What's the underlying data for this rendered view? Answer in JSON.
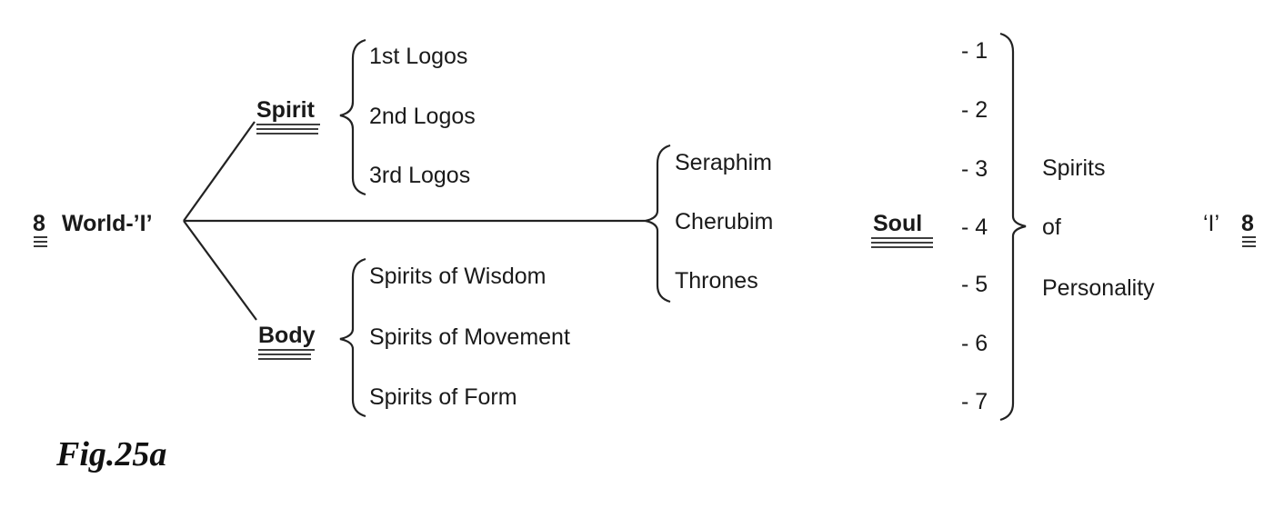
{
  "root": {
    "number": "8",
    "label": "World-’I’"
  },
  "spirit": {
    "label": "Spirit",
    "items": [
      "1st Logos",
      "2nd Logos",
      "3rd Logos"
    ]
  },
  "body": {
    "label": "Body",
    "items": [
      "Spirits of Wisdom",
      "Spirits of Movement",
      "Spirits of Form"
    ]
  },
  "middle": {
    "items": [
      "Seraphim",
      "Cherubim",
      "Thrones"
    ]
  },
  "soul": {
    "label": "Soul",
    "levels": [
      "- 1",
      "- 2",
      "- 3",
      "- 4",
      "- 5",
      "- 6",
      "- 7"
    ],
    "group": [
      "Spirits",
      "of",
      "Personality"
    ]
  },
  "end": {
    "label": "‘I’",
    "number": "8"
  },
  "caption": "Fig.25a"
}
